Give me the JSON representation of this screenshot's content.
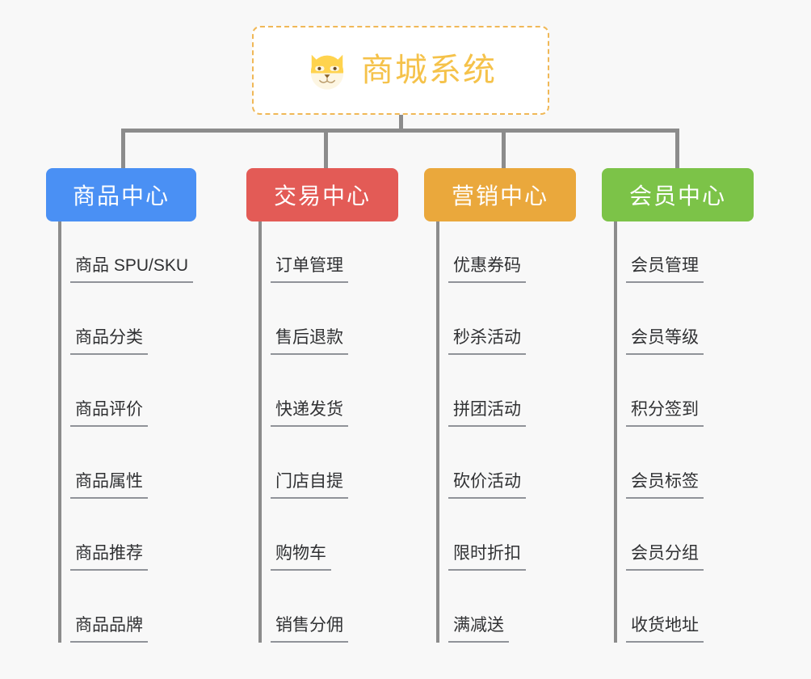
{
  "page": {
    "background_color": "#f8f8f8",
    "connector_color": "#8c8c8c",
    "leaf_text_color": "#303133",
    "leaf_underline_color": "#909399"
  },
  "root": {
    "title": "商城系统",
    "icon": "shiba-dog-icon",
    "text_color": "#f5c24a",
    "border_color": "#f0b857",
    "background_color": "#ffffff"
  },
  "branches": [
    {
      "id": "product-center",
      "label": "商品中心",
      "color": "#4a90f4",
      "items": [
        {
          "label": "商品 SPU/SKU"
        },
        {
          "label": "商品分类"
        },
        {
          "label": "商品评价"
        },
        {
          "label": "商品属性"
        },
        {
          "label": "商品推荐"
        },
        {
          "label": "商品品牌"
        }
      ]
    },
    {
      "id": "trade-center",
      "label": "交易中心",
      "color": "#e35b56",
      "items": [
        {
          "label": "订单管理"
        },
        {
          "label": "售后退款"
        },
        {
          "label": "快递发货"
        },
        {
          "label": "门店自提"
        },
        {
          "label": "购物车"
        },
        {
          "label": "销售分佣"
        }
      ]
    },
    {
      "id": "marketing-center",
      "label": "营销中心",
      "color": "#eaa83c",
      "items": [
        {
          "label": "优惠券码"
        },
        {
          "label": "秒杀活动"
        },
        {
          "label": "拼团活动"
        },
        {
          "label": "砍价活动"
        },
        {
          "label": "限时折扣"
        },
        {
          "label": "满减送"
        }
      ]
    },
    {
      "id": "member-center",
      "label": "会员中心",
      "color": "#77c council",
      "items": [
        {
          "label": "会员管理"
        },
        {
          "label": "会员等级"
        },
        {
          "label": "积分签到"
        },
        {
          "label": "会员标签"
        },
        {
          "label": "会员分组"
        },
        {
          "label": "收货地址"
        }
      ]
    }
  ]
}
